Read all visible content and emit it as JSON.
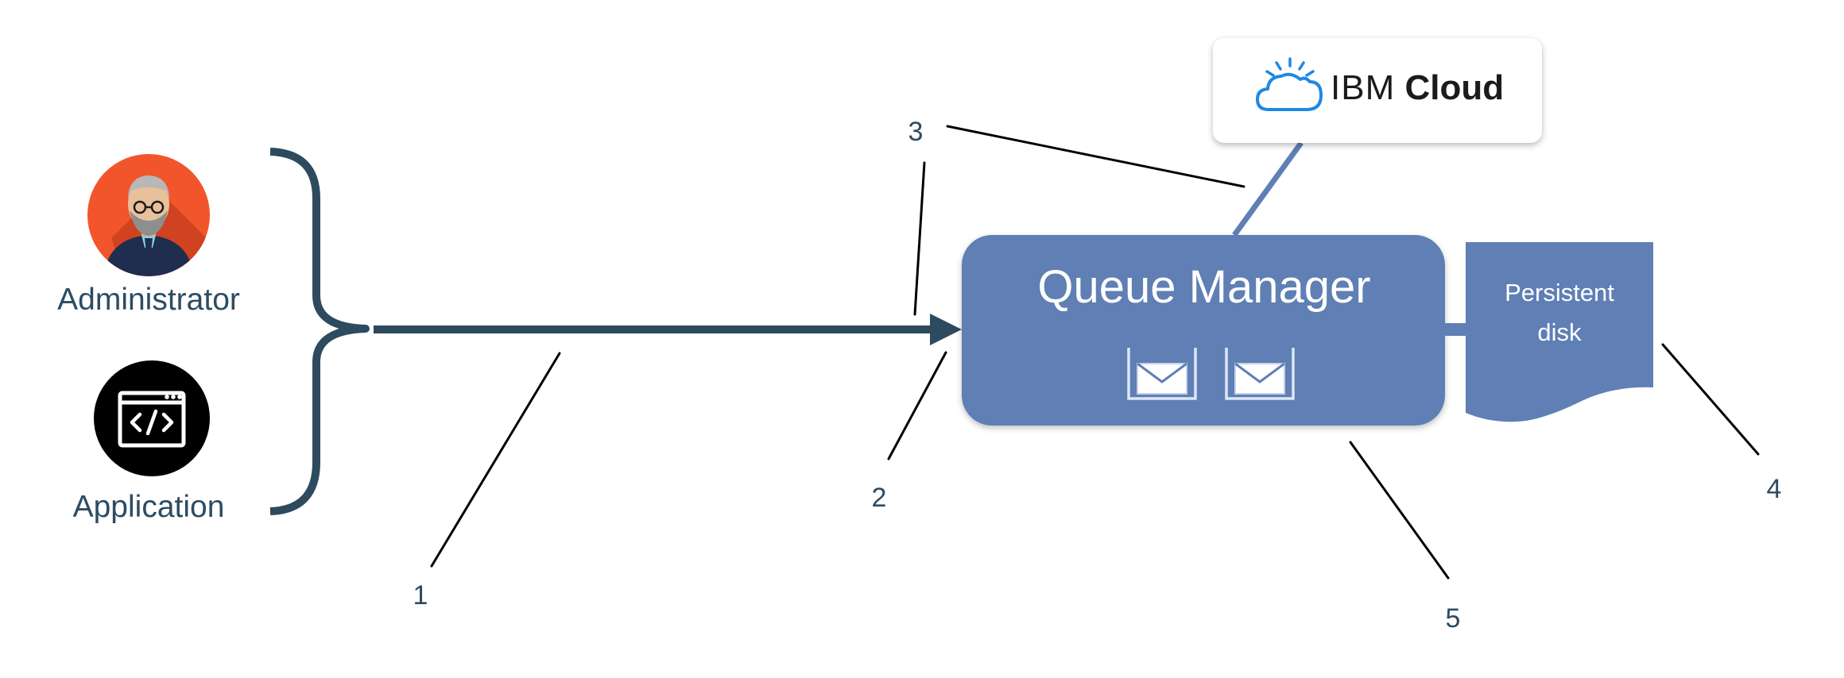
{
  "actors": [
    {
      "label": "Administrator",
      "icon": "administrator-avatar-icon"
    },
    {
      "label": "Application",
      "icon": "application-code-icon"
    }
  ],
  "cloud": {
    "brand": "IBM",
    "product": "Cloud",
    "icon": "ibm-cloud-icon"
  },
  "queue_manager": {
    "title": "Queue Manager",
    "icons": [
      "message-queue-icon",
      "message-queue-icon"
    ]
  },
  "disk": {
    "line1": "Persistent",
    "line2": "disk"
  },
  "callouts": [
    "1",
    "2",
    "3",
    "4",
    "5"
  ],
  "colors": {
    "qm_fill": "#5f7fb5",
    "connector": "#2d4a5f",
    "admin_avatar": "#f2552c",
    "app_avatar": "#000000",
    "cloud_blue": "#1e88e5",
    "leader_line": "#000000"
  }
}
